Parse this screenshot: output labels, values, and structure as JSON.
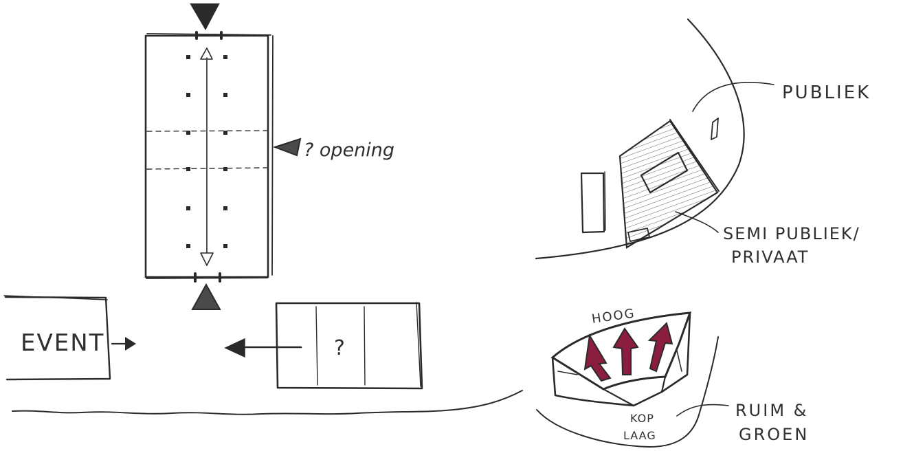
{
  "labels": {
    "opening": "? opening",
    "event": "EVENT",
    "question_box": "?",
    "publiek": "PUBLIEK",
    "semi_publiek_line1": "SEMI PUBLIEK/",
    "semi_publiek_line2": "PRIVAAT",
    "hoog": "HOOG",
    "kop_laag_line1": "KOP",
    "kop_laag_line2": "LAAG",
    "ruim_groen_line1": "RUIM &",
    "ruim_groen_line2": "GROEN"
  },
  "colors": {
    "ink": "#2a2a2a",
    "accent_arrows": "#8b1e3f",
    "hatch": "#6b6b6b",
    "paper": "#ffffff"
  }
}
